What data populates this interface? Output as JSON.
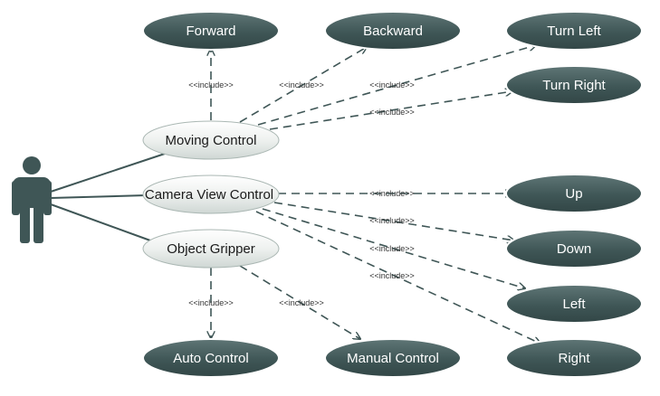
{
  "diagram": {
    "include_label": "<<include>>",
    "use_cases": {
      "forward": "Forward",
      "backward": "Backward",
      "turn_left": "Turn Left",
      "turn_right": "Turn Right",
      "moving_control": "Moving Control",
      "camera_view_control": "Camera View Control",
      "object_gripper": "Object Gripper",
      "up": "Up",
      "down": "Down",
      "left": "Left",
      "right": "Right",
      "auto_control": "Auto Control",
      "manual_control": "Manual Control"
    },
    "colors": {
      "dark_usecase": "#3f5656",
      "light_usecase": "#e8ecea",
      "actor": "#3f5656",
      "connector": "#3f5656"
    }
  }
}
